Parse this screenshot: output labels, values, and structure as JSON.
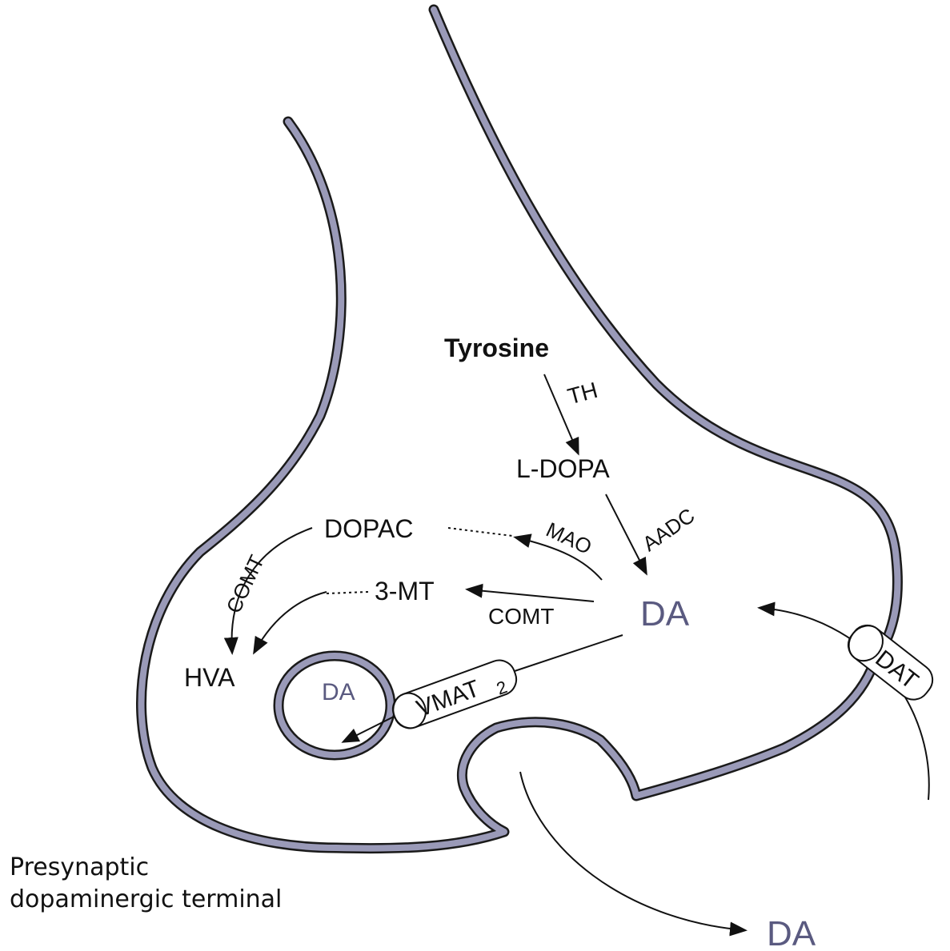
{
  "colors": {
    "membrane_fill": "#9a9ab8",
    "membrane_edge": "#1a1a1a",
    "text": "#111111",
    "dopamine_text": "#5a5a80"
  },
  "labels": {
    "tyrosine": "Tyrosine",
    "th": "TH",
    "l_dopa": "L-DOPA",
    "aadc": "AADC",
    "dopac": "DOPAC",
    "mao": "MAO",
    "three_mt": "3-MT",
    "comt_upper": "COMT",
    "comt_lower": "COMT",
    "hva": "HVA",
    "da_cytosol": "DA",
    "da_vesicle": "DA",
    "vmat": "VMAT",
    "vmat_sub": "2",
    "dat": "DAT",
    "da_synapse": "DA"
  },
  "caption": {
    "line1": "Presynaptic",
    "line2": "dopaminergic terminal"
  }
}
